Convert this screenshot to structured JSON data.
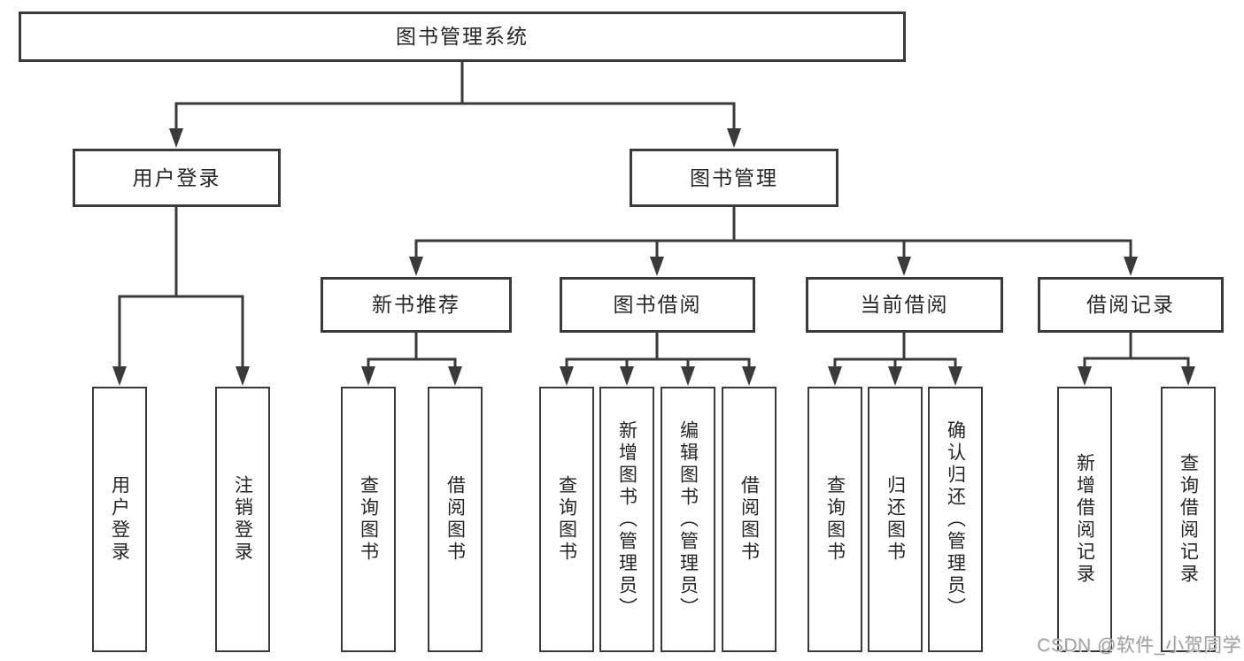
{
  "diagram": {
    "root": {
      "label": "图书管理系统"
    },
    "level2": [
      {
        "id": "user-login",
        "label": "用户登录"
      },
      {
        "id": "book-management",
        "label": "图书管理"
      }
    ],
    "level3": [
      {
        "id": "new-book-recommendation",
        "label": "新书推荐",
        "parent": "book-management"
      },
      {
        "id": "book-borrowing",
        "label": "图书借阅",
        "parent": "book-management"
      },
      {
        "id": "current-borrowing",
        "label": "当前借阅",
        "parent": "book-management"
      },
      {
        "id": "borrowing-records",
        "label": "借阅记录",
        "parent": "book-management"
      }
    ],
    "leaves": [
      {
        "id": "user-login-leaf",
        "label": "用户登录",
        "parent": "user-login"
      },
      {
        "id": "logout",
        "label": "注销登录",
        "parent": "user-login"
      },
      {
        "id": "query-books-recommend",
        "label": "查询图书",
        "parent": "new-book-recommendation"
      },
      {
        "id": "borrow-books-recommend",
        "label": "借阅图书",
        "parent": "new-book-recommendation"
      },
      {
        "id": "query-books-borrowing",
        "label": "查询图书",
        "parent": "book-borrowing"
      },
      {
        "id": "add-book-admin",
        "label": "新增图书（管理员）",
        "parent": "book-borrowing"
      },
      {
        "id": "edit-book-admin",
        "label": "编辑图书（管理员）",
        "parent": "book-borrowing"
      },
      {
        "id": "borrow-books-borrowing",
        "label": "借阅图书",
        "parent": "book-borrowing"
      },
      {
        "id": "query-books-current",
        "label": "查询图书",
        "parent": "current-borrowing"
      },
      {
        "id": "return-book",
        "label": "归还图书",
        "parent": "current-borrowing"
      },
      {
        "id": "confirm-return-admin",
        "label": "确认归还（管理员）",
        "parent": "current-borrowing"
      },
      {
        "id": "add-borrow-record",
        "label": "新增借阅记录",
        "parent": "borrowing-records"
      },
      {
        "id": "query-borrow-record",
        "label": "查询借阅记录",
        "parent": "borrowing-records"
      }
    ],
    "watermark": "CSDN @软件_小贺同学",
    "colors": {
      "line": "#3a3a3a",
      "box_border": "#3a3a3a",
      "box_fill": "#ffffff",
      "text": "#262626",
      "watermark": "#a3a3a3",
      "background": "#ffffff"
    }
  }
}
